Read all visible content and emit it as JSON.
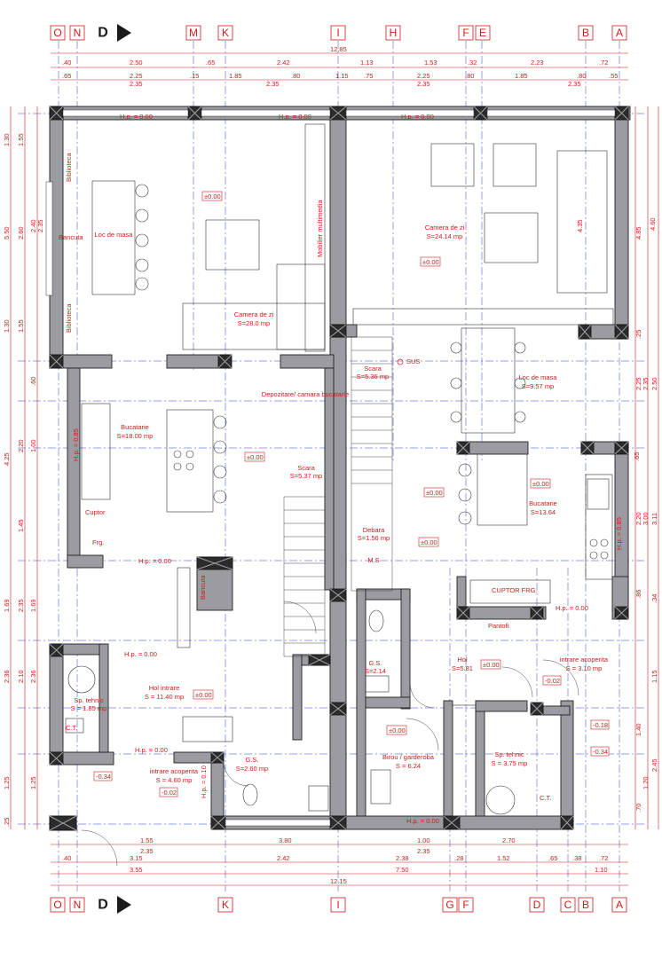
{
  "section_marker": "D",
  "axes_top": [
    "O",
    "N",
    "M",
    "K",
    "I",
    "H",
    "F",
    "E",
    "B",
    "A"
  ],
  "axes_bottom": [
    "O",
    "N",
    "K",
    "I",
    "G",
    "F",
    "D",
    "C",
    "B",
    "A"
  ],
  "dims_top": {
    "overall": "12.85",
    "row1": [
      ".40",
      "2.50",
      ".65",
      "2.42",
      "1.13",
      "1.53",
      ".32",
      "2.23",
      ".72"
    ],
    "row2": [
      ".65",
      "2.25",
      ".15",
      "1.85",
      ".80",
      "1.15",
      ".75",
      "2.25",
      ".80",
      "1.85",
      ".80",
      ".55"
    ],
    "row3": [
      "2.35",
      "2.35",
      "2.35",
      "2.35"
    ]
  },
  "dims_bottom": {
    "row1": [
      "1.55",
      "3.80",
      "1.00",
      "2.70"
    ],
    "row2": [
      "2.35",
      "2.35"
    ],
    "row3": [
      ".40",
      "3.15",
      "2.42",
      "2.38",
      ".28",
      "1.52",
      ".65",
      ".38",
      ".72"
    ],
    "row4": [
      "3.55",
      "7.50",
      "1.10"
    ],
    "overall": "12.15"
  },
  "dims_left": [
    "1.30",
    "5.50",
    "1.55",
    "2.60",
    "2.40",
    "2.35",
    "1.30",
    "1.55",
    ".60",
    "4.25",
    "2.20",
    "1.00",
    "1.45",
    "1.69",
    "1.69",
    "2.35",
    "2.36",
    "2.10",
    "2.36",
    "1.25",
    "1.25",
    ".25"
  ],
  "dims_right": [
    "4.85",
    "4.60",
    "4.35",
    ".25",
    "2.25",
    "2.35",
    "2.50",
    ".65",
    "2.20",
    "3.00",
    "3.11",
    ".86",
    ".34",
    "1.15",
    "1.40",
    "2.45",
    ".70",
    "1.20"
  ],
  "rooms": [
    {
      "name": "Camera de zi",
      "area": "S=28.0 mp"
    },
    {
      "name": "Camera de zi",
      "area": "S=24.14 mp"
    },
    {
      "name": "Loc de masa",
      "area": ""
    },
    {
      "name": "Loc de masa",
      "area": "S=9.57 mp"
    },
    {
      "name": "Bucatarie",
      "area": "S=18.00 mp"
    },
    {
      "name": "Bucatarie",
      "area": "S=13.64"
    },
    {
      "name": "Scara",
      "area": "S=5.36 mp"
    },
    {
      "name": "Scara",
      "area": "S=5.37 mp"
    },
    {
      "name": "Depozitare/ camara bucatarie",
      "area": ""
    },
    {
      "name": "Debara",
      "area": "S=1.56 mp"
    },
    {
      "name": "M.S",
      "area": ""
    },
    {
      "name": "Hol intrare",
      "area": "S = 11.40 mp"
    },
    {
      "name": "Sp. tehnic",
      "area": "S = 1.85 mp"
    },
    {
      "name": "G.S.",
      "area": "S=2.60 mp"
    },
    {
      "name": "G.S.",
      "area": "S=2.14"
    },
    {
      "name": "Hol",
      "area": "S=5.81"
    },
    {
      "name": "Birou / garderoba",
      "area": "S = 6.24"
    },
    {
      "name": "Sp. tehnic",
      "area": "S = 3.75 mp"
    },
    {
      "name": "intrare acoperita",
      "area": "S = 4.60 mp"
    },
    {
      "name": "intrare acoperita",
      "area": "S = 3.10 mp"
    }
  ],
  "labels": {
    "biblioteca": "Biblioteca",
    "bancuta": "Bancuta",
    "mobilier": "Mobilier multimedia",
    "cuptor": "Cuptor",
    "frg": "Frg.",
    "cuptor_frg": "CUPTOR  FRG.",
    "pantofi": "Pantofi",
    "sus": "SUS",
    "ct": "C.T.",
    "hp0": "H.p. = 0.00",
    "hp85": "H.p. = 0.85",
    "hp010": "H.p. = 0.10"
  },
  "levels": [
    "±0.00",
    "-0.34",
    "-0.18",
    "-0.02",
    "-0.34",
    "-0.02",
    "±0.00"
  ]
}
